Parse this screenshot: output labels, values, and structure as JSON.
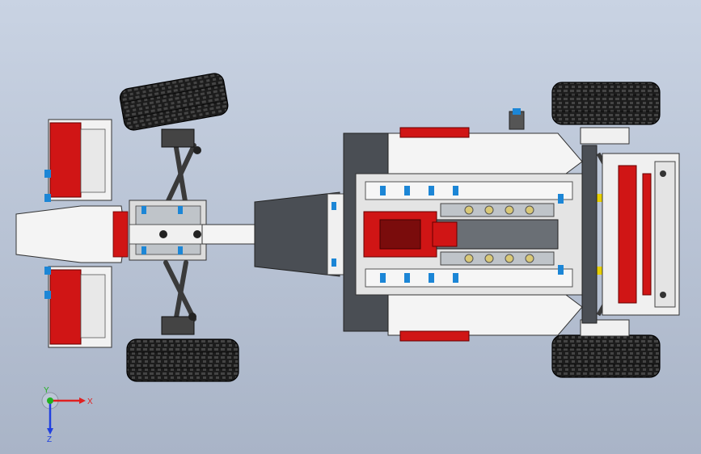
{
  "viewport": {
    "background_top": "#c9d3e3",
    "background_bottom": "#a9b4c7"
  },
  "palette": {
    "tire": "#1a1a1a",
    "tire_tread": "#3a3a3a",
    "body_white": "#f4f4f4",
    "body_red": "#d01515",
    "frame_gray": "#555a60",
    "pin_blue": "#1c86d6",
    "pin_yellow": "#e8d000",
    "rim_silver": "#c8c8c8"
  },
  "triad": {
    "x_label": "X",
    "y_label": "Y",
    "z_label": "Z",
    "x_color": "#e02020",
    "y_color": "#20b020",
    "z_color": "#2040e0"
  }
}
